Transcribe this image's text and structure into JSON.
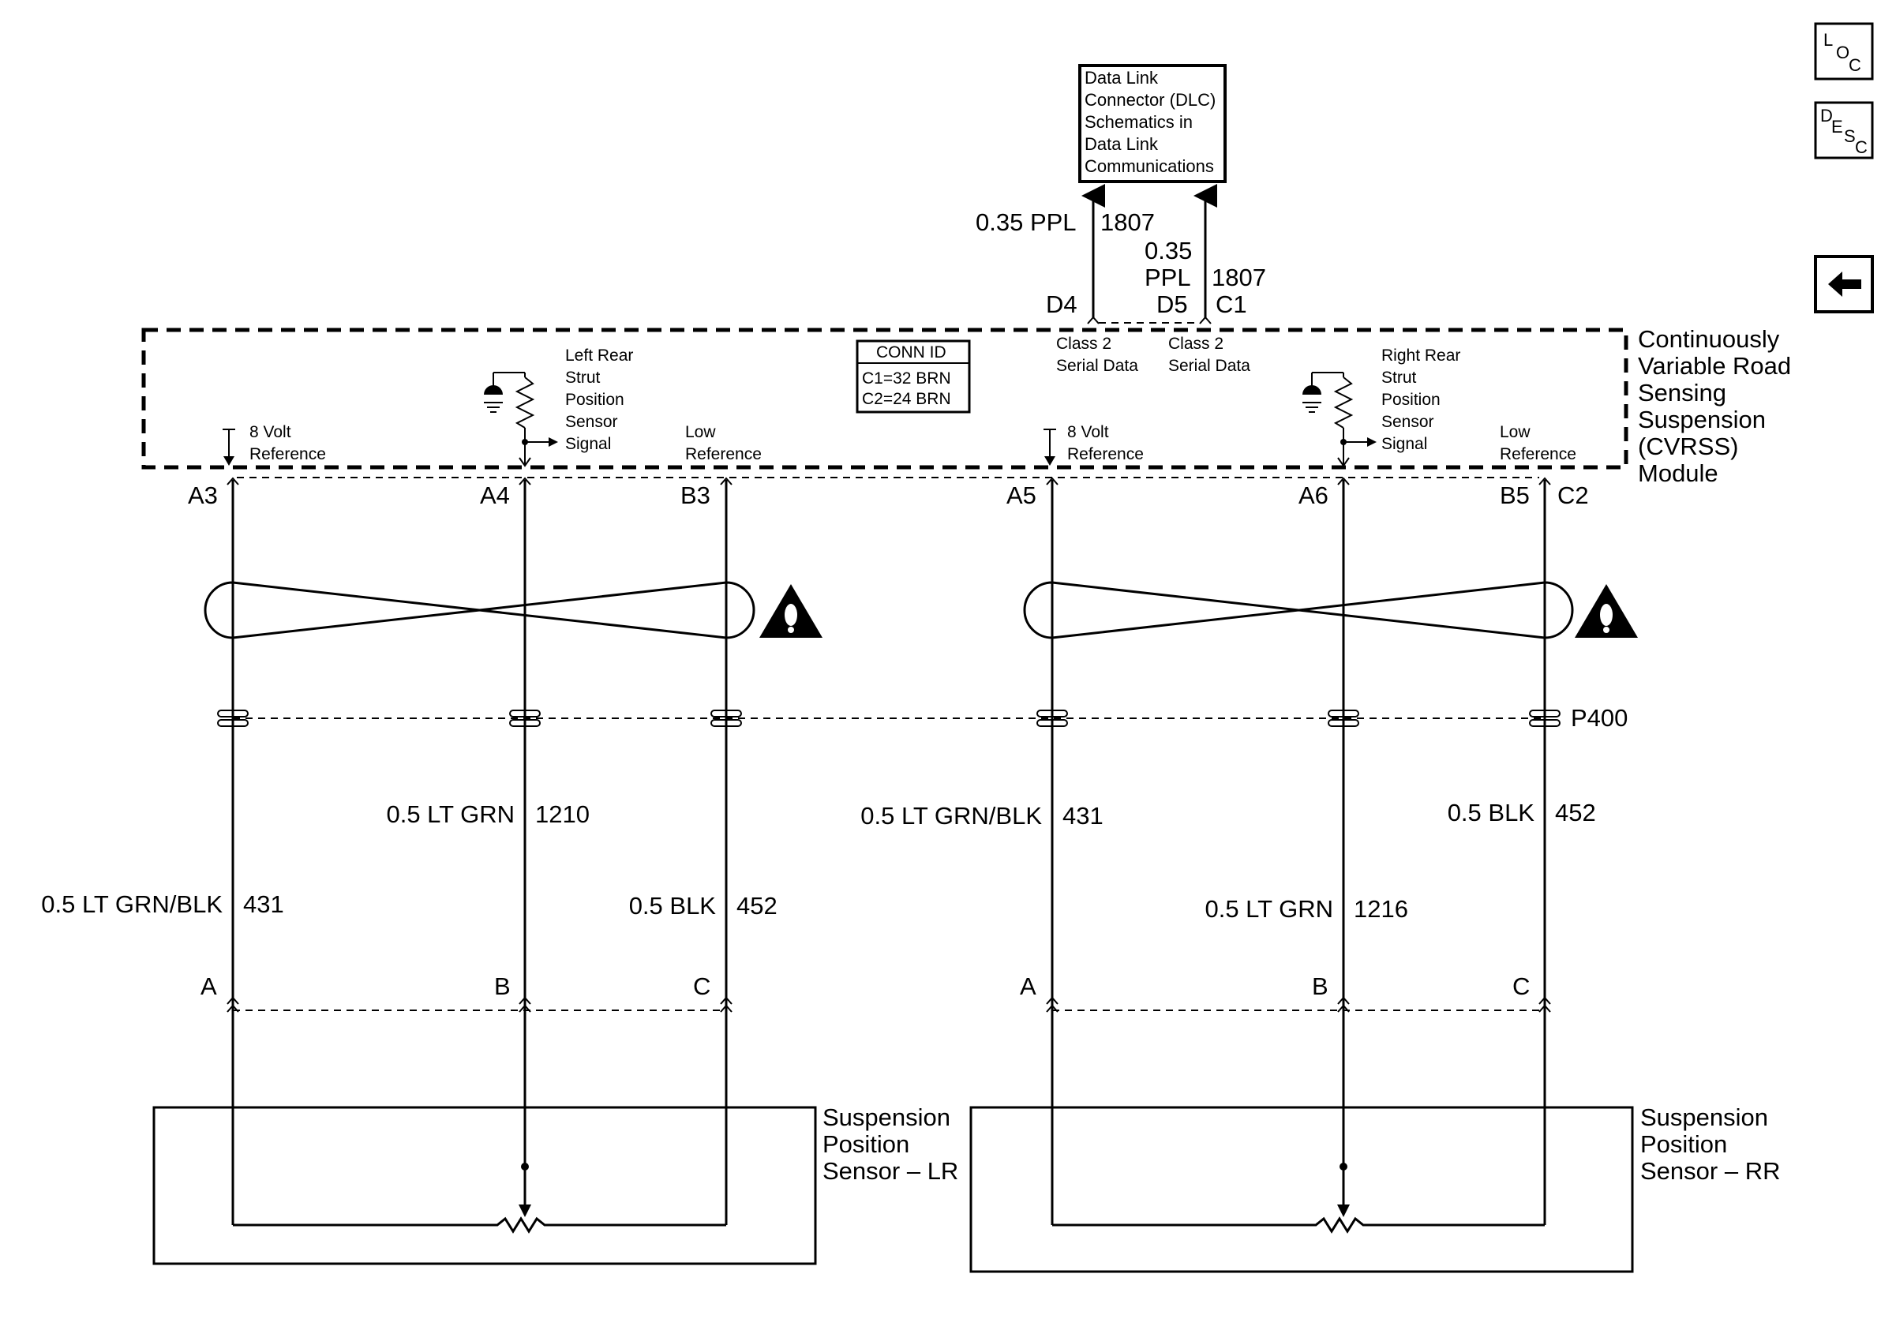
{
  "nav": {
    "loc": [
      "L",
      "O",
      "C"
    ],
    "desc": [
      "D",
      "E",
      "S",
      "C"
    ],
    "back_glyph": "arrow-left"
  },
  "dlc": {
    "lines": [
      "Data Link",
      "Connector (DLC)",
      "Schematics in",
      "Data Link",
      "Communications"
    ]
  },
  "dlc_wires": {
    "left_gauge": "0.35 PPL",
    "left_circuit": "1807",
    "right_gauge_line1": "0.35",
    "right_gauge_line2": "PPL",
    "right_circuit": "1807",
    "pin_d4": "D4",
    "pin_d5": "D5",
    "pin_c1": "C1",
    "serial1": [
      "Class 2",
      "Serial Data"
    ],
    "serial2": [
      "Class 2",
      "Serial Data"
    ]
  },
  "conn_id": {
    "title": "CONN ID",
    "c1": "C1=32 BRN",
    "c2": "C2=24 BRN"
  },
  "module": {
    "lines": [
      "Continuously",
      "Variable Road",
      "Sensing",
      "Suspension",
      "(CVRSS)",
      "Module"
    ]
  },
  "left": {
    "ref8": [
      "8 Volt",
      "Reference"
    ],
    "signal": [
      "Left Rear",
      "Strut",
      "Position",
      "Sensor",
      "Signal"
    ],
    "lowref": [
      "Low",
      "Reference"
    ],
    "pins": [
      "A3",
      "A4",
      "B3"
    ],
    "wire_a": {
      "gauge": "0.5 LT GRN/BLK",
      "circuit": "431"
    },
    "wire_b": {
      "gauge": "0.5 LT GRN",
      "circuit": "1210"
    },
    "wire_c": {
      "gauge": "0.5 BLK",
      "circuit": "452"
    },
    "sensor_pins": [
      "A",
      "B",
      "C"
    ],
    "sensor": [
      "Suspension",
      "Position",
      "Sensor – LR"
    ]
  },
  "right": {
    "ref8": [
      "8 Volt",
      "Reference"
    ],
    "signal": [
      "Right Rear",
      "Strut",
      "Position",
      "Sensor",
      "Signal"
    ],
    "lowref": [
      "Low",
      "Reference"
    ],
    "pins": [
      "A5",
      "A6",
      "B5",
      "C2"
    ],
    "wire_a": {
      "gauge": "0.5 LT GRN/BLK",
      "circuit": "431"
    },
    "wire_b": {
      "gauge": "0.5 LT GRN",
      "circuit": "1216"
    },
    "wire_c": {
      "gauge": "0.5 BLK",
      "circuit": "452"
    },
    "sensor_pins": [
      "A",
      "B",
      "C"
    ],
    "sensor": [
      "Suspension",
      "Position",
      "Sensor – RR"
    ]
  },
  "inline_connector": "P400"
}
